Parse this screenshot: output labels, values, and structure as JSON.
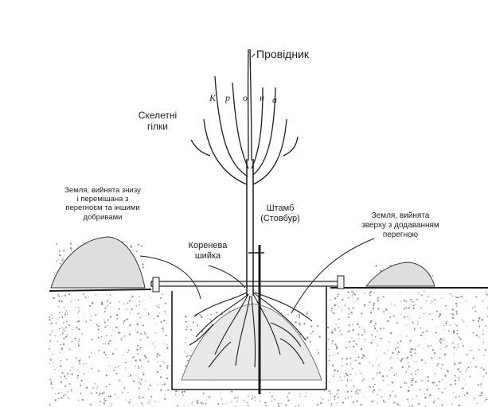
{
  "labels": {
    "leader": "Провідник",
    "skeletal_branches": "Скелетні\nгілки",
    "trunk": "Штамб\n(Стовбур)",
    "root_collar": "Коренева\nшийка",
    "soil_left": "Земля, вийнята знизу\nі перемішана з\nперегноєм та іншими\nдобривами",
    "soil_right": "Земля, вийнята\nзверху з додаванням\nперегною"
  },
  "crown_letters": [
    "К",
    "р",
    "о",
    "н",
    "а"
  ],
  "colors": {
    "ink": "#1c1c1c",
    "soil_stipple": "#8a8a8a",
    "background": "#ffffff"
  }
}
